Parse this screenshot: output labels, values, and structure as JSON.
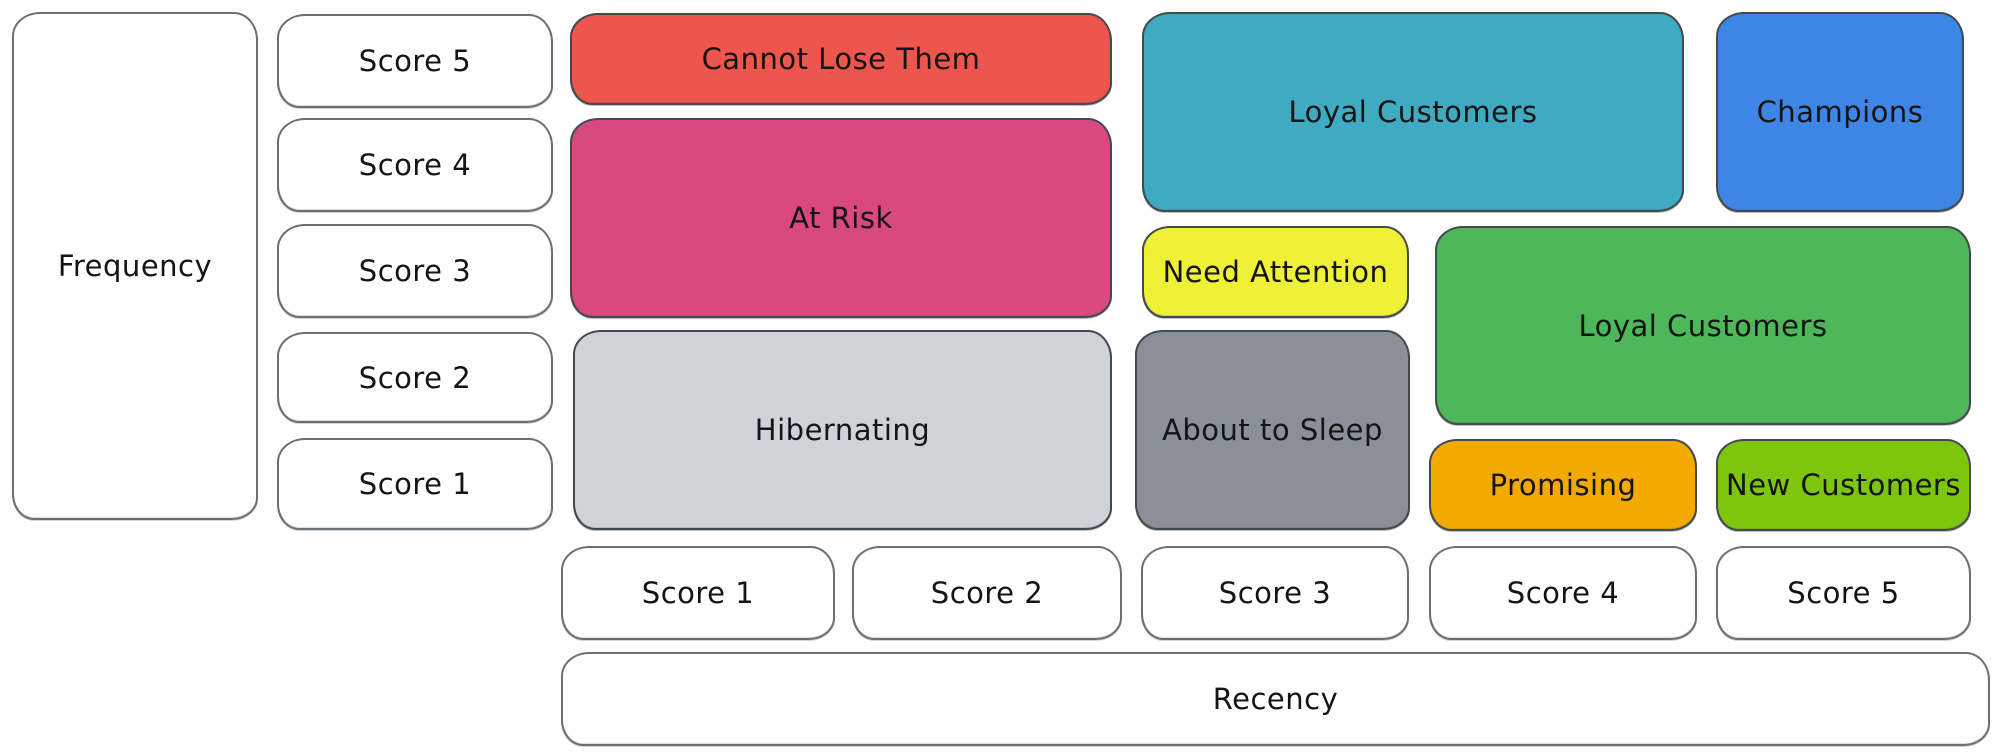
{
  "y_axis": {
    "label": "Frequency",
    "scores": [
      "Score 5",
      "Score 4",
      "Score 3",
      "Score 2",
      "Score 1"
    ]
  },
  "x_axis": {
    "label": "Recency",
    "scores": [
      "Score 1",
      "Score 2",
      "Score 3",
      "Score 4",
      "Score 5"
    ]
  },
  "segments": [
    {
      "label": "Cannot Lose Them",
      "color": "#ee564d"
    },
    {
      "label": "At Risk",
      "color": "#d9497f"
    },
    {
      "label": "Hibernating",
      "color": "#ced3d9"
    },
    {
      "label": "Loyal Customers",
      "color": "#3fabc2"
    },
    {
      "label": "Champions",
      "color": "#3e86e6"
    },
    {
      "label": "Need Attention",
      "color": "#eef135"
    },
    {
      "label": "Loyal Customers",
      "color": "#4db75a"
    },
    {
      "label": "About to Sleep",
      "color": "#8a9098"
    },
    {
      "label": "Promising",
      "color": "#f3a900"
    },
    {
      "label": "New Customers",
      "color": "#7ec60e"
    }
  ],
  "colors": {
    "background": "#ffffff",
    "stroke": "#44494e",
    "text": "#141414"
  }
}
